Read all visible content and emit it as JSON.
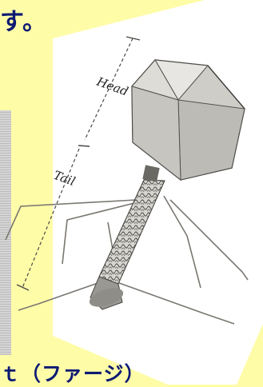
{
  "page_text": {
    "top_fragment": "す。",
    "bottom_fragment": "ｔ（ファージ）"
  },
  "figure": {
    "head_label": "Head",
    "tail_label": "Tail"
  },
  "colors": {
    "background": "#fffca8",
    "text": "#0d1a73",
    "card": "#ffffff"
  }
}
